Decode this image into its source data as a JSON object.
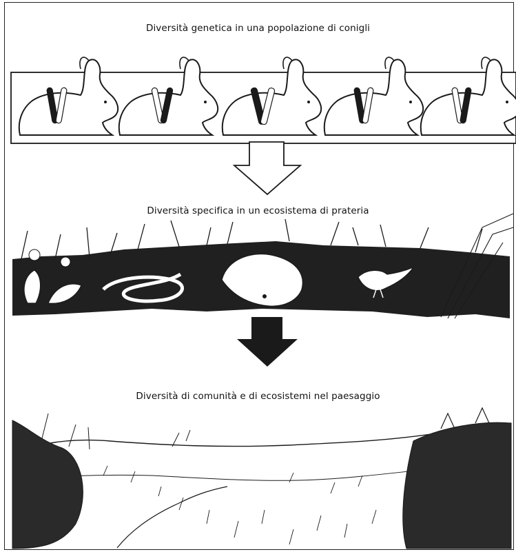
{
  "titles": {
    "genetic": "Diversità genetica in una popolazione di conigli",
    "species": "Diversità specifica in un ecosistema di prateria",
    "landscape": "Diversità di comunità e di ecosistemi nel paesaggio"
  },
  "colors": {
    "ink": "#1a1a1a",
    "paper": "#ffffff",
    "band": "#202020"
  },
  "rabbits": [
    {
      "chromosome_pattern": "dark-light"
    },
    {
      "chromosome_pattern": "light-banded"
    },
    {
      "chromosome_pattern": "dark-cross"
    },
    {
      "chromosome_pattern": "banded-pair"
    },
    {
      "chromosome_pattern": "dark-banded"
    }
  ],
  "icons": [
    "arrow-down-outline-icon",
    "arrow-down-solid-icon",
    "rabbit-icon",
    "chromosome-icon",
    "plant-icon",
    "snake-icon",
    "hedgehog-icon",
    "bird-icon",
    "grass-icon",
    "tree-icon"
  ]
}
